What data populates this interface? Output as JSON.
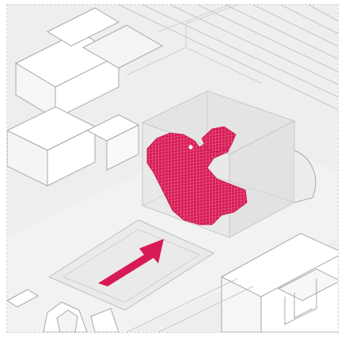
{
  "illustration": {
    "colors": {
      "background": "#ffffff",
      "ground": "#eeeeee",
      "ground_light": "#f3f3f3",
      "building_face": "#ffffff",
      "building_line": "#a8a8a8",
      "box_fill": "#e6e6e6",
      "box_line": "#c8c8c8",
      "voxel_fill": "#d81b55",
      "voxel_grid": "#f2a7bd",
      "arrow": "#d81b55"
    },
    "icons": [
      "isometric-city-blocks",
      "transparent-volume-box",
      "pink-voxel-mass",
      "direction-arrow"
    ]
  }
}
